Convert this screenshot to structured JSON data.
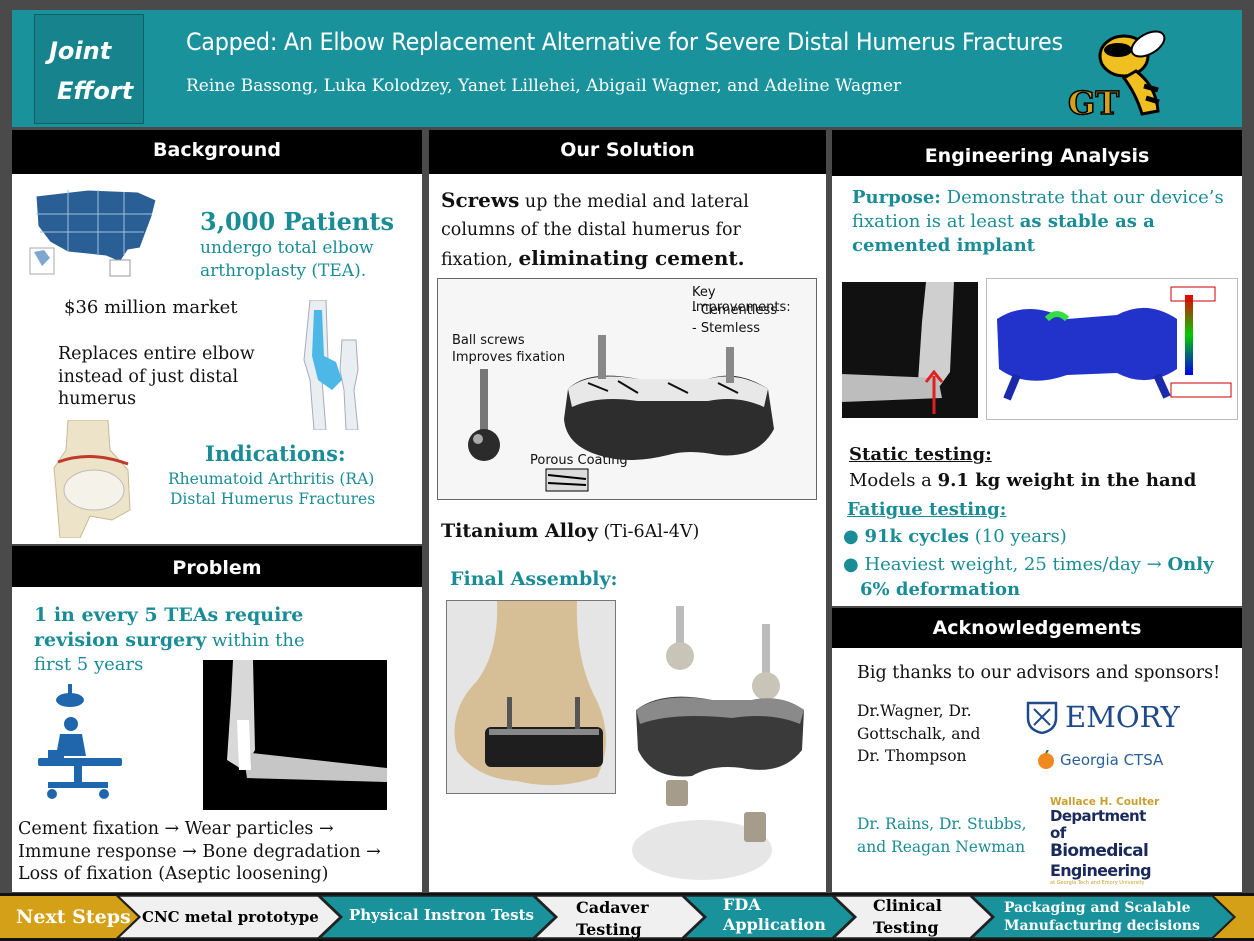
{
  "header": {
    "logo_line1": "Joint",
    "logo_line2": "Effort",
    "title": "Capped: An Elbow Replacement Alternative for Severe Distal Humerus Fractures",
    "authors": "Reine Bassong, Luka Kolodzey, Yanet Lillehei, Abigail Wagner, and Adeline Wagner",
    "logo_right_text": "GT",
    "accent_color": "#1a929c"
  },
  "background": {
    "heading": "Background",
    "patients_big": "3,000 Patients",
    "patients_sub": "undergo total elbow arthroplasty (TEA).",
    "market": "$36 million market",
    "replaces": "Replaces entire elbow instead of just distal humerus",
    "indications_heading": "Indications:",
    "indication_1": "Rheumatoid Arthritis (RA)",
    "indication_2": "Distal Humerus Fractures"
  },
  "problem": {
    "heading": "Problem",
    "stat_bold": "1 in every 5 TEAs require revision surgery",
    "stat_rest": " within the first 5 years",
    "chain": "Cement fixation → Wear particles → Immune response → Bone degradation → Loss of fixation (Aseptic loosening)"
  },
  "solution": {
    "heading": "Our Solution",
    "screws_bold": "Screws",
    "screws_rest": " up the medial and lateral columns of the distal humerus for fixation, ",
    "eliminating": "eliminating cement.",
    "key_improvements": "Key Improvements:",
    "improvement_1": "-  Cementless",
    "improvement_2": "-  Stemless",
    "ball_screws": "Ball screws",
    "improves_fixation": "Improves fixation",
    "porous_coating": "Porous Coating",
    "titanium_bold": "Titanium Alloy",
    "titanium_rest": " (Ti-6Al-4V)",
    "final_assembly": "Final Assembly:"
  },
  "engineering": {
    "heading": "Engineering Analysis",
    "purpose_label": "Purpose:",
    "purpose_text": " Demonstrate that our device’s fixation is at least ",
    "purpose_bold": "as stable as a cemented implant",
    "static_heading": "Static testing:",
    "static_text": "Models a ",
    "static_bold": "9.1 kg weight in the hand",
    "fatigue_heading": "Fatigue testing:",
    "fatigue_1_bold": "91k cycles",
    "fatigue_1_rest": " (10 years)",
    "fatigue_2_rest": "Heaviest weight, 25 times/day → ",
    "fatigue_2_bold": "Only 6% deformation"
  },
  "acknowledgements": {
    "heading": "Acknowledgements",
    "thanks": "Big thanks to our advisors and sponsors!",
    "advisors_1": "Dr.Wagner, Dr. Gottschalk, and Dr. Thompson",
    "advisors_2": "Dr. Rains, Dr. Stubbs, and Reagan Newman",
    "emory": "EMORY",
    "ctsa": "Georgia CTSA",
    "coulter_small": "Wallace H. Coulter",
    "coulter_1": "Department of",
    "coulter_2": "Biomedical",
    "coulter_3": "Engineering",
    "coulter_sub": "at Georgia Tech and Emory University"
  },
  "next_steps": {
    "label": "Next Steps",
    "steps": [
      "CNC metal prototype",
      "Physical Instron Tests",
      "Cadaver Testing",
      "FDA Application",
      "Clinical Testing",
      "Packaging and Scalable Manufacturing decisions"
    ]
  }
}
